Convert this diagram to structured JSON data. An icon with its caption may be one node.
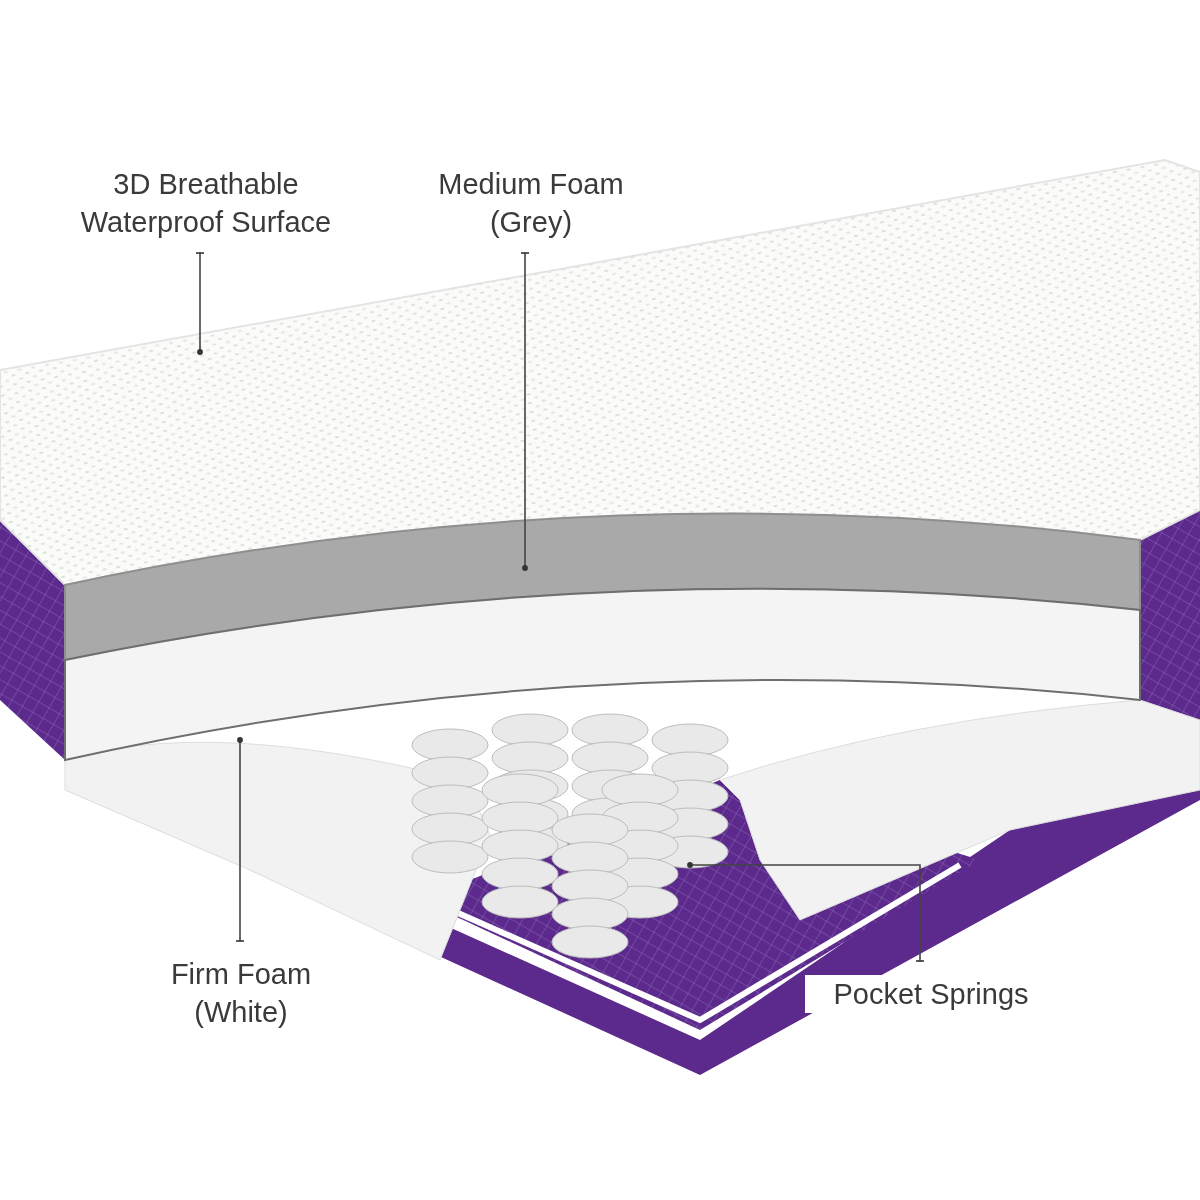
{
  "diagram": {
    "nodes": [
      {
        "text": [
          "3D Breathable Waterproof Surface"
        ]
      },
      {
        "text": [
          "Medium Foam (Grey)"
        ]
      },
      {
        "text": [],
        "shape": "picture"
      },
      {
        "text": [],
        "shape": "picture"
      },
      {
        "text": [],
        "shape": "picture"
      },
      {
        "text": [],
        "shape": "picture"
      },
      {
        "text": [
          "Firm Foam (White)"
        ]
      },
      {
        "text": [
          "Pocket Springs"
        ]
      }
    ],
    "edges": [
      {
        "from": 0,
        "to": 2,
        "arrow": "other"
      },
      {
        "from": 1,
        "to": 3,
        "arrow": "other"
      },
      {
        "from": 6,
        "to": 4,
        "arrow": "other"
      },
      {
        "from": 7,
        "to": 5,
        "arrow": "other"
      }
    ]
  }
}
